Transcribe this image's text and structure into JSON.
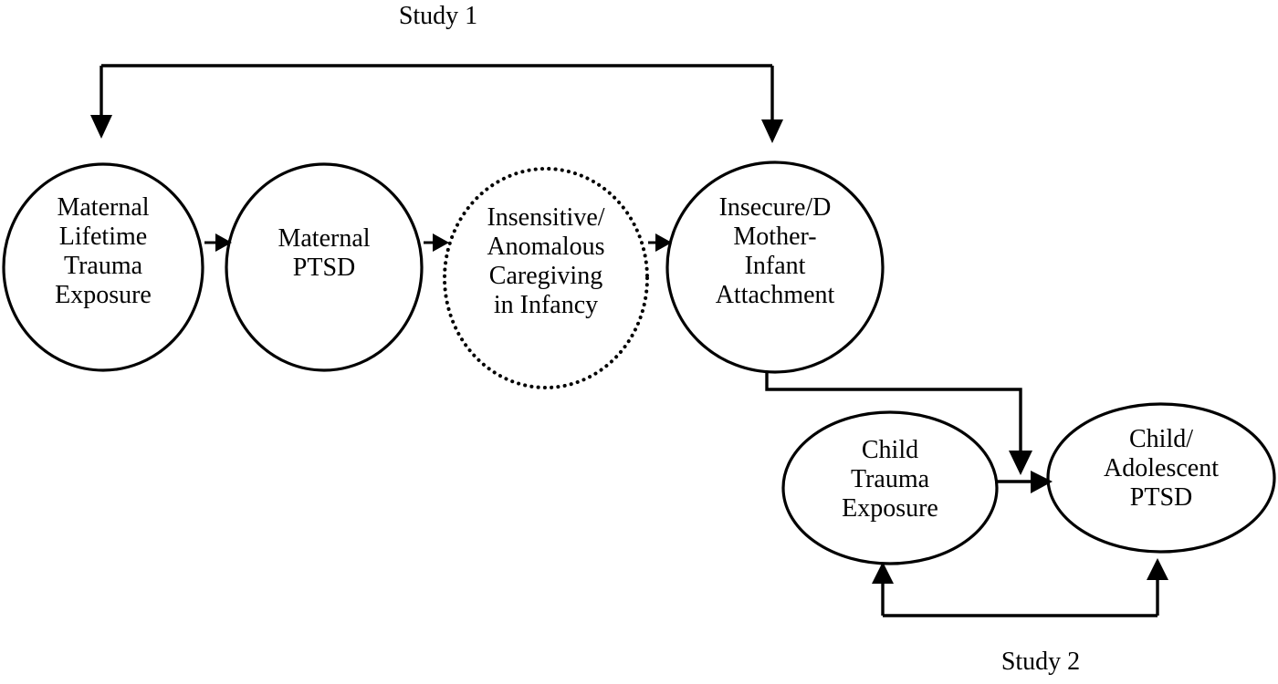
{
  "diagram": {
    "title_study_1": "Study 1",
    "title_study_2": "Study 2",
    "nodes": [
      {
        "id": "maternal-lifetime-trauma-exposure",
        "label": "Maternal\nLifetime\nTrauma\nExposure",
        "border": "solid"
      },
      {
        "id": "maternal-ptsd",
        "label": "Maternal\nPTSD",
        "border": "solid"
      },
      {
        "id": "insensitive-anomalous-caregiving-in-infancy",
        "label": "Insensitive/\nAnomalous\nCaregiving\nin Infancy",
        "border": "dotted"
      },
      {
        "id": "insecure-d-mother-infant-attachment",
        "label": "Insecure/D\nMother-\nInfant\nAttachment",
        "border": "solid"
      },
      {
        "id": "child-trauma-exposure",
        "label": "Child\nTrauma\nExposure",
        "border": "solid"
      },
      {
        "id": "child-adolescent-ptsd",
        "label": "Child/\nAdolescent\nPTSD",
        "border": "solid"
      }
    ],
    "edges": [
      {
        "from": "maternal-lifetime-trauma-exposure",
        "to": "maternal-ptsd"
      },
      {
        "from": "maternal-ptsd",
        "to": "insensitive-anomalous-caregiving-in-infancy"
      },
      {
        "from": "insensitive-anomalous-caregiving-in-infancy",
        "to": "insecure-d-mother-infant-attachment"
      },
      {
        "from": "insecure-d-mother-infant-attachment",
        "to": "child-adolescent-ptsd"
      },
      {
        "from": "child-trauma-exposure",
        "to": "child-adolescent-ptsd"
      }
    ],
    "brackets": [
      {
        "id": "study-1-bracket",
        "label": "Study 1",
        "targets": [
          "maternal-lifetime-trauma-exposure",
          "insecure-d-mother-infant-attachment"
        ]
      },
      {
        "id": "study-2-bracket",
        "label": "Study 2",
        "targets": [
          "child-trauma-exposure",
          "child-adolescent-ptsd"
        ]
      }
    ],
    "colors": {
      "stroke": "#000000",
      "fill": "#ffffff",
      "text": "#000000"
    }
  }
}
